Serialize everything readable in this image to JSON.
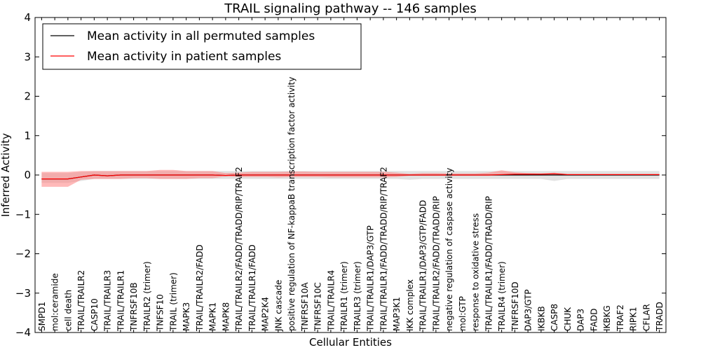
{
  "chart_data": {
    "type": "line",
    "title": "TRAIL signaling pathway -- 146 samples",
    "xlabel": "Cellular Entities",
    "ylabel": "Inferred Activity",
    "ylim": [
      -4,
      4
    ],
    "yticks": [
      -4,
      -3,
      -2,
      -1,
      0,
      1,
      2,
      3,
      4
    ],
    "ytick_labels": [
      "−4",
      "−3",
      "−2",
      "−1",
      "0",
      "1",
      "2",
      "3",
      "4"
    ],
    "grid": false,
    "legend_position": "top-left",
    "categories": [
      "SMPD1",
      "mol:ceramide",
      "cell death",
      "TRAIL/TRAILR2",
      "CASP10",
      "TRAIL/TRAILR3",
      "TRAIL/TRAILR1",
      "TNFRSF10B",
      "TRAILR2 (trimer)",
      "TNFSF10",
      "TRAIL (trimer)",
      "MAPK3",
      "TRAIL/TRAILR2/FADD",
      "MAPK1",
      "MAPK8",
      "TRAIL/TRAILR2/FADD/TRADD/RIP/TRAF2",
      "TRAIL/TRAILR1/FADD",
      "MAP2K4",
      "JNK cascade",
      "positive regulation of NF-kappaB transcription factor activity",
      "TNFRSF10A",
      "TNFRSF10C",
      "TRAIL/TRAILR4",
      "TRAILR1 (trimer)",
      "TRAILR3 (trimer)",
      "TRAIL/TRAILR1/DAP3/GTP",
      "TRAIL/TRAILR1/FADD/TRADD/RIP/TRAF2",
      "MAP3K1",
      "IKK complex",
      "TRAIL/TRAILR1/DAP3/GTP/FADD",
      "TRAIL/TRAILR2/FADD/TRADD/RIP",
      "negative regulation of caspase activity",
      "mol:GTP",
      "response to oxidative stress",
      "TRAIL/TRAILR1/FADD/TRADD/RIP",
      "TRAILR4 (trimer)",
      "TNFRSF10D",
      "DAP3/GTP",
      "IKBKB",
      "CASP8",
      "CHUK",
      "DAP3",
      "FADD",
      "IKBKG",
      "TRAF2",
      "RIPK1",
      "CFLAR",
      "TRADD"
    ],
    "series": [
      {
        "name": "Mean activity in all permuted samples",
        "color": "#000000",
        "band_color": "#bfbfbf",
        "values": [
          -0.1,
          -0.1,
          -0.1,
          -0.05,
          0,
          -0.02,
          0,
          0,
          0,
          0,
          0,
          0,
          0,
          0,
          -0.01,
          0,
          0,
          0,
          0,
          0,
          0,
          0,
          0,
          0,
          0,
          0,
          0,
          0,
          0,
          0,
          0,
          0,
          0,
          0,
          0,
          0,
          0,
          0,
          0,
          0,
          0,
          0,
          0,
          0,
          0,
          0,
          0,
          0
        ],
        "lower": [
          -0.2,
          -0.2,
          -0.2,
          -0.15,
          -0.1,
          -0.1,
          -0.1,
          -0.1,
          -0.1,
          -0.1,
          -0.1,
          -0.1,
          -0.1,
          -0.1,
          -0.1,
          -0.1,
          -0.1,
          -0.1,
          -0.1,
          -0.1,
          -0.1,
          -0.1,
          -0.1,
          -0.1,
          -0.1,
          -0.1,
          -0.1,
          -0.1,
          -0.12,
          -0.1,
          -0.1,
          -0.1,
          -0.1,
          -0.1,
          -0.1,
          -0.1,
          -0.1,
          -0.1,
          -0.1,
          -0.15,
          -0.1,
          -0.1,
          -0.1,
          -0.1,
          -0.1,
          -0.1,
          -0.1,
          -0.1
        ],
        "upper": [
          0.05,
          0.05,
          0.05,
          0.08,
          0.1,
          0.1,
          0.1,
          0.1,
          0.1,
          0.1,
          0.1,
          0.1,
          0.1,
          0.1,
          0.1,
          0.1,
          0.1,
          0.1,
          0.1,
          0.1,
          0.1,
          0.1,
          0.1,
          0.1,
          0.1,
          0.1,
          0.1,
          0.1,
          0.1,
          0.1,
          0.1,
          0.1,
          0.1,
          0.1,
          0.1,
          0.1,
          0.1,
          0.1,
          0.1,
          0.1,
          0.1,
          0.1,
          0.1,
          0.1,
          0.1,
          0.1,
          0.1,
          0.1
        ]
      },
      {
        "name": "Mean activity in patient samples",
        "color": "#ff0000",
        "band_color": "#ff7f7f",
        "values": [
          -0.1,
          -0.1,
          -0.1,
          -0.05,
          0,
          -0.02,
          0,
          0,
          0,
          0,
          0,
          0,
          0,
          0,
          -0.01,
          0,
          0,
          0,
          0,
          0,
          0,
          0,
          0,
          0,
          0,
          0,
          0,
          0,
          0,
          0,
          0,
          0,
          0,
          0,
          0,
          0.01,
          0.02,
          0.02,
          0.02,
          0.03,
          0.01,
          0.01,
          0.01,
          0.01,
          0.01,
          0.01,
          0.01,
          0.01
        ],
        "lower": [
          -0.3,
          -0.3,
          -0.3,
          -0.12,
          -0.1,
          -0.1,
          -0.1,
          -0.08,
          -0.08,
          -0.1,
          -0.1,
          -0.1,
          -0.08,
          -0.08,
          -0.04,
          -0.05,
          -0.05,
          -0.05,
          -0.06,
          -0.05,
          -0.05,
          -0.05,
          -0.06,
          -0.06,
          -0.06,
          -0.06,
          -0.06,
          -0.05,
          -0.02,
          -0.02,
          -0.02,
          -0.02,
          -0.02,
          -0.02,
          -0.02,
          -0.01,
          -0.01,
          -0.01,
          0.0,
          0.0,
          -0.01,
          -0.01,
          -0.01,
          -0.01,
          -0.01,
          -0.01,
          -0.01,
          -0.01
        ],
        "upper": [
          0.08,
          0.08,
          0.08,
          0.1,
          0.1,
          0.1,
          0.1,
          0.1,
          0.1,
          0.13,
          0.13,
          0.1,
          0.1,
          0.1,
          0.05,
          0.06,
          0.08,
          0.08,
          0.08,
          0.09,
          0.09,
          0.08,
          0.08,
          0.08,
          0.08,
          0.08,
          0.08,
          0.06,
          0.03,
          0.05,
          0.05,
          0.04,
          0.04,
          0.04,
          0.06,
          0.12,
          0.07,
          0.05,
          0.04,
          0.06,
          0.03,
          0.03,
          0.03,
          0.03,
          0.03,
          0.03,
          0.03,
          0.03
        ]
      }
    ]
  }
}
